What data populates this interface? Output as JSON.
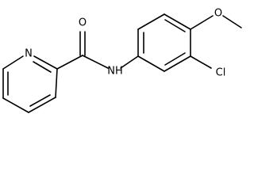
{
  "molecule": {
    "atoms": {
      "oxygen_carbonyl": "O",
      "nitrogen_pyridine": "N",
      "nitrogen_amide": "NH",
      "chlorine": "Cl",
      "oxygen_methoxy": "O"
    }
  },
  "colors": {
    "bond": "#000000",
    "text": "#000000",
    "background": "#ffffff"
  }
}
